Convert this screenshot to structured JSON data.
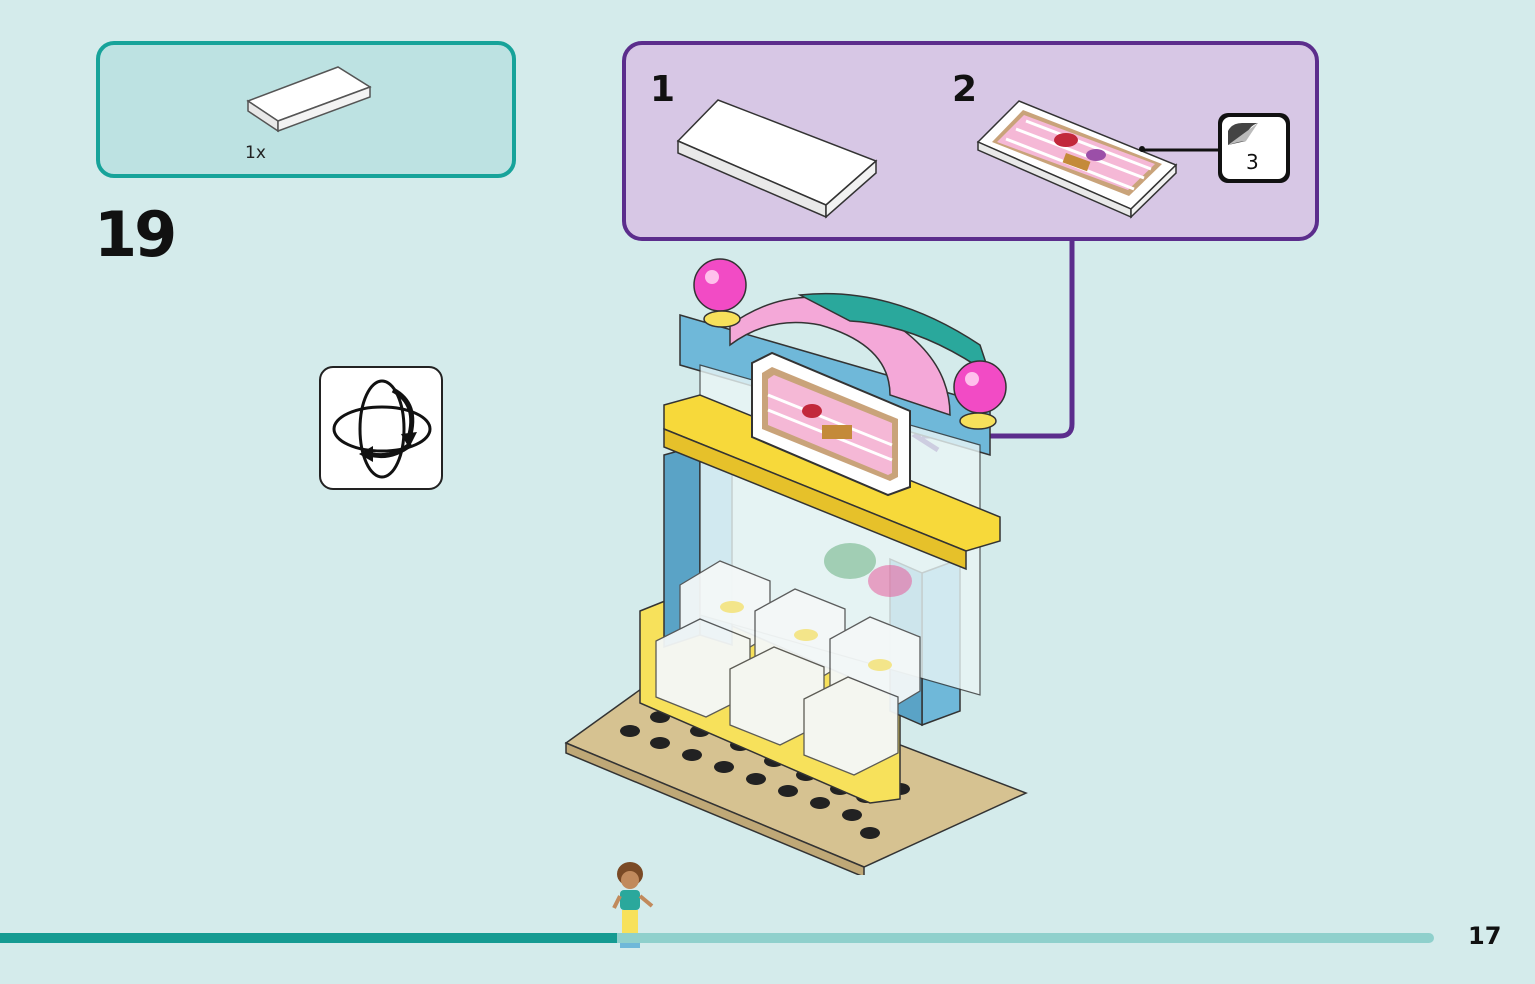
{
  "step": {
    "number": "19"
  },
  "parts_list": {
    "items": [
      {
        "icon": "white-tile-2x4",
        "quantity": "1x"
      }
    ]
  },
  "rotate_model": {
    "icon": "rotate-icon"
  },
  "sub_assembly": {
    "steps": [
      {
        "number": "1",
        "icon": "white-tile-2x4"
      },
      {
        "number": "2",
        "icon": "printed-tile-sticker"
      }
    ],
    "sticker": {
      "number": "3",
      "icon": "sticker-icon"
    }
  },
  "page": {
    "number": "17",
    "progress": 0.43,
    "colors": {
      "progress_fill": "#159b92",
      "progress_track": "#8fd0cc",
      "accent_purple": "#5b2d8c",
      "accent_teal": "#17a39a"
    }
  }
}
